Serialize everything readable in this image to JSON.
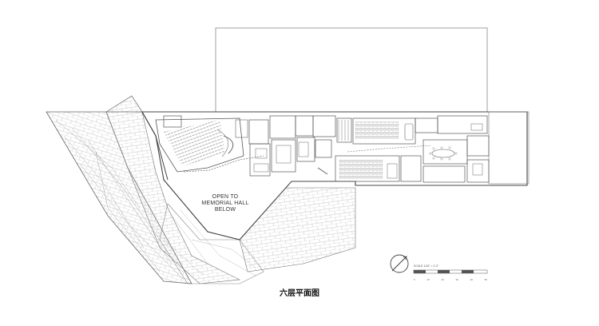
{
  "labels": {
    "open_to_line1": "OPEN TO",
    "open_to_line2": "MEMORIAL HALL",
    "open_to_line3": "BELOW"
  },
  "caption": "六层平面图",
  "scale": {
    "text": "SCALE 1/16\" = 1'-0\"",
    "ticks": [
      "0",
      "10",
      "20",
      "30",
      "40",
      "50"
    ]
  },
  "colors": {
    "line": "#555555",
    "light_line": "#9a9a9a",
    "hatch": "#b8b8b8"
  }
}
